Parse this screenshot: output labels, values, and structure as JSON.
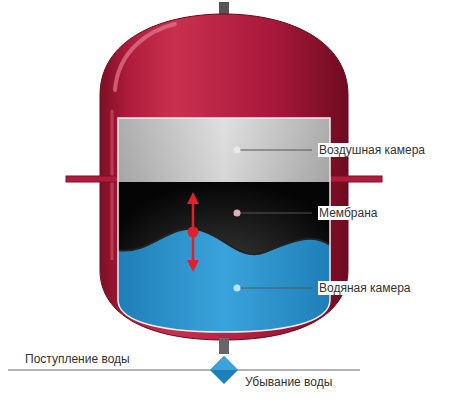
{
  "diagram": {
    "labels": [
      "Воздушная камера",
      "Мембрана",
      "Водяная камера",
      "Поступление воды",
      "Убывание воды"
    ]
  }
}
